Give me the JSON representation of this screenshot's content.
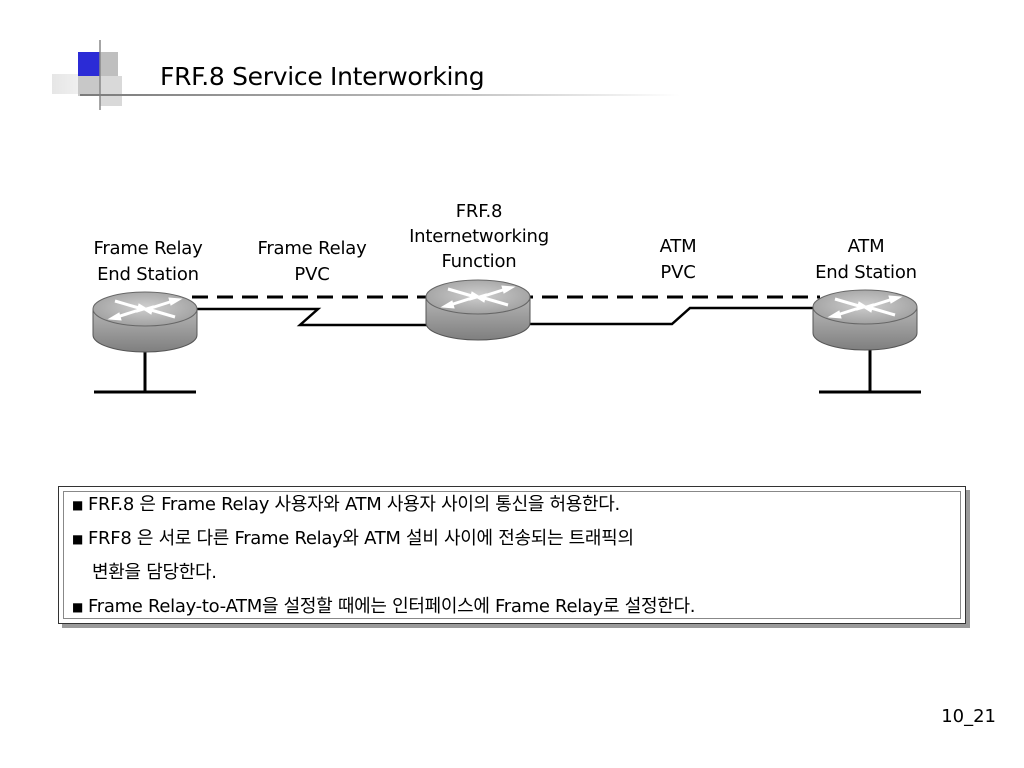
{
  "slide": {
    "title": "FRF.8 Service Interworking",
    "page_number": "10_21"
  },
  "diagram": {
    "labels": {
      "fr_end_station": [
        "Frame Relay",
        "End Station"
      ],
      "fr_pvc": [
        "Frame Relay",
        "PVC"
      ],
      "iwf": [
        "FRF.8",
        "Internetworking",
        "Function"
      ],
      "atm_pvc": [
        "ATM",
        "PVC"
      ],
      "atm_end_station": [
        "ATM",
        "End Station"
      ]
    },
    "nodes": [
      {
        "name": "fr-end-station-router",
        "icon": "router-icon"
      },
      {
        "name": "frf8-iwf-router",
        "icon": "router-icon"
      },
      {
        "name": "atm-end-station-router",
        "icon": "router-icon"
      }
    ]
  },
  "notes": {
    "items": [
      {
        "lines": [
          "FRF.8 은 Frame Relay 사용자와 ATM 사용자 사이의 통신을 허용한다."
        ]
      },
      {
        "lines": [
          "FRF8 은 서로 다른 Frame Relay와 ATM 설비 사이에 전송되는 트래픽의",
          "변환을 담당한다."
        ]
      },
      {
        "lines": [
          "Frame Relay-to-ATM을 설정할 때에는 인터페이스에 Frame Relay로 설정한다."
        ]
      }
    ]
  }
}
